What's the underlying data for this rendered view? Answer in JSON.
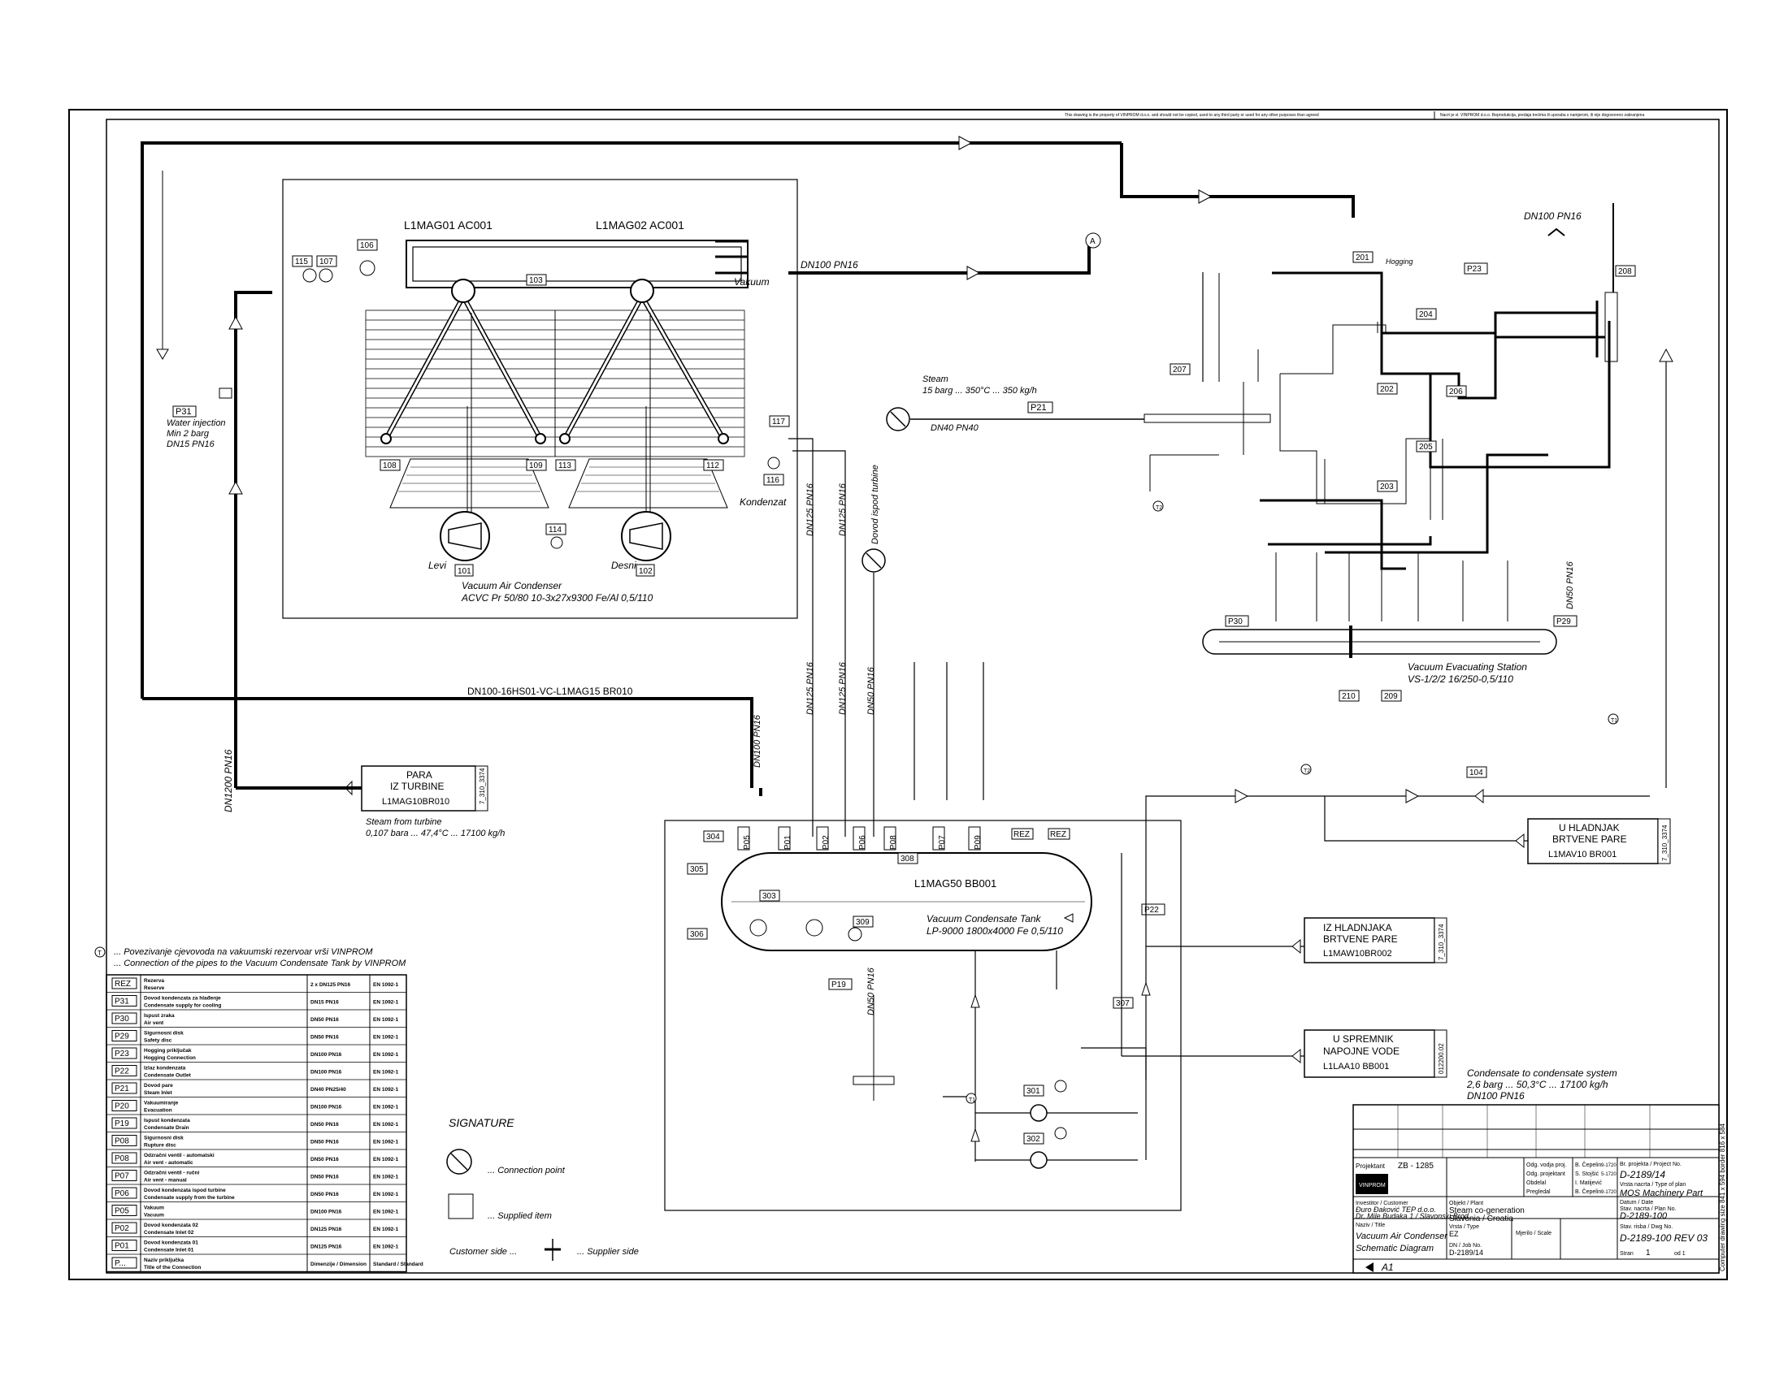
{
  "header": {
    "notice_en": "This drawing is the property of VINPROM d.o.o. and should not be copied, used to any third party or used for any other purposes than agreed",
    "notice_hr": "Nacrt je vl. VINPROM d.o.o. Reprodukcija, predaja trećima ili uporaba s namjerom, ili nije dogovoreno zabranjena"
  },
  "condenser": {
    "unit1": "L1MAG01 AC001",
    "unit2": "L1MAG02 AC001",
    "vakuum": "Vakuum",
    "kondenzat": "Kondenzat",
    "levi": "Levi",
    "desni": "Desni",
    "title1": "Vacuum Air Condenser",
    "title2": "ACVC Pr 50/80 10-3x27x9300 Fe/Al 0,5/110",
    "dn_top": "DN100 PN16",
    "tags": [
      "115",
      "107",
      "106",
      "103",
      "108",
      "109",
      "113",
      "112",
      "117",
      "116",
      "114",
      "101",
      "102"
    ]
  },
  "water_injection": {
    "tag": "P31",
    "l1": "Water injection",
    "l2": "Min 2 barg",
    "l3": "DN15 PN16"
  },
  "steam": {
    "l1": "Steam",
    "l2": "15 barg ... 350°C ... 350 kg/h",
    "dn": "DN40 PN40",
    "tag": "P21"
  },
  "vacuum_station": {
    "l1": "Vacuum Evacuating Station",
    "l2": "VS-1/2/2 16/250-0,5/110",
    "tags": [
      "201",
      "202",
      "203",
      "204",
      "205",
      "206",
      "207",
      "208",
      "209",
      "210",
      "P23",
      "P30",
      "P29"
    ],
    "dn_top": "DN100 PN16",
    "hogging": "Hogging",
    "dn50": "DN50 PN16"
  },
  "lines": {
    "main": "DN100-16HS01-VC-L1MAG15 BR010",
    "dn1200": "DN1200 PN16",
    "dn100": "DN100 PN16",
    "dn125a": "DN125 PN16",
    "dn125b": "DN125 PN16",
    "dn50": "DN50 PN16",
    "dovod": "Dovod ispod turbine",
    "dn125c": "DN125 PN16",
    "dn125d": "DN125 PN16",
    "dn50b": "DN50 PN16",
    "dn50c": "DN50 PN16"
  },
  "para_box": {
    "l1": "PARA",
    "l2": "IZ TURBINE",
    "l3": "L1MAG10BR010",
    "side": "7_310_3374"
  },
  "steam_turbine": {
    "l1": "Steam from turbine",
    "l2": "0,107 bara ... 47,4°C ... 17100 kg/h"
  },
  "tank": {
    "tag": "L1MAG50 BB001",
    "l1": "Vacuum Condensate Tank",
    "l2": "LP-9000 1800x4000 Fe 0,5/110",
    "nozzles": [
      "P05",
      "P01",
      "P02",
      "P06",
      "P08",
      "P07",
      "P09",
      "REZ",
      "REZ"
    ],
    "tags": [
      "304",
      "305",
      "306",
      "303",
      "309",
      "308",
      "307",
      "301",
      "302",
      "P22",
      "P19",
      "104"
    ]
  },
  "hladnjak": {
    "l1": "U HLADNJAK",
    "l2": "BRTVENE PARE",
    "l3": "L1MAV10 BR001",
    "side": "7_310_3374"
  },
  "iz_hladnjaka": {
    "l1": "IZ HLADNJAKA",
    "l2": "BRTVENE PARE",
    "l3": "L1MAW10BR002",
    "side": "7_310_3374"
  },
  "spremnik": {
    "l1": "U SPREMNIK",
    "l2": "NAPOJNE VODE",
    "l3": "L1LAA10 BB001",
    "side": "012200.02"
  },
  "condensate_out": {
    "l1": "Condensate to condensate system",
    "l2": "2,6 barg ... 50,3°C ... 17100 kg/h",
    "l3": "DN100 PN16"
  },
  "note": {
    "mark": "T",
    "l1": "... Povezivanje cjevovoda na vakuumski rezervoar vrši VINPROM",
    "l2": "... Connection of the pipes to the Vacuum Condensate Tank by VINPROM"
  },
  "legend": [
    {
      "id": "REZ",
      "d1": "Rezerva",
      "d2": "Reserve",
      "size": "2 x DN125 PN16",
      "std": "EN 1092-1"
    },
    {
      "id": "P31",
      "d1": "Dovod kondenzata za hlađenje",
      "d2": "Condensate supply for cooling",
      "size": "DN15 PN16",
      "std": "EN 1092-1"
    },
    {
      "id": "P30",
      "d1": "Ispust zraka",
      "d2": "Air vent",
      "size": "DN50 PN16",
      "std": "EN 1092-1"
    },
    {
      "id": "P29",
      "d1": "Sigurnosni disk",
      "d2": "Safety disc",
      "size": "DN50 PN16",
      "std": "EN 1092-1"
    },
    {
      "id": "P23",
      "d1": "Hogging priključak",
      "d2": "Hogging Connection",
      "size": "DN100 PN16",
      "std": "EN 1092-1"
    },
    {
      "id": "P22",
      "d1": "Izlaz kondenzata",
      "d2": "Condensate Outlet",
      "size": "DN100 PN16",
      "std": "EN 1092-1"
    },
    {
      "id": "P21",
      "d1": "Dovod pare",
      "d2": "Steam Inlet",
      "size": "DN40 PN25/40",
      "std": "EN 1092-1"
    },
    {
      "id": "P20",
      "d1": "Vakuumiranje",
      "d2": "Evacuation",
      "size": "DN100 PN16",
      "std": "EN 1092-1"
    },
    {
      "id": "P19",
      "d1": "Ispust kondenzata",
      "d2": "Condensate Drain",
      "size": "DN50 PN16",
      "std": "EN 1092-1"
    },
    {
      "id": "P08",
      "d1": "Sigurnosni disk",
      "d2": "Rupture disc",
      "size": "DN50 PN16",
      "std": "EN 1092-1"
    },
    {
      "id": "P08",
      "d1": "Odzračni ventil - automatski",
      "d2": "Air vent - automatic",
      "size": "DN50 PN16",
      "std": "EN 1092-1"
    },
    {
      "id": "P07",
      "d1": "Odzračni ventil - ručni",
      "d2": "Air vent - manual",
      "size": "DN50 PN16",
      "std": "EN 1092-1"
    },
    {
      "id": "P06",
      "d1": "Dovod kondenzata ispod turbine",
      "d2": "Condensate supply from the turbine",
      "size": "DN50 PN16",
      "std": "EN 1092-1"
    },
    {
      "id": "P05",
      "d1": "Vakuum",
      "d2": "Vacuum",
      "size": "DN100 PN16",
      "std": "EN 1092-1"
    },
    {
      "id": "P02",
      "d1": "Dovod kondenzata 02",
      "d2": "Condensate Inlet 02",
      "size": "DN125 PN16",
      "std": "EN 1092-1"
    },
    {
      "id": "P01",
      "d1": "Dovod kondenzata 01",
      "d2": "Condensate Inlet 01",
      "size": "DN125 PN16",
      "std": "EN 1092-1"
    },
    {
      "id": "P...",
      "d1": "Naziv priključka",
      "d2": "Title of the Connection",
      "size": "Dimenzije / Dimension",
      "std": "Standard / Standard"
    }
  ],
  "signature": {
    "title": "SIGNATURE",
    "connection": "... Connection point",
    "supplied": "... Supplied item",
    "customer": "Customer side ...",
    "supplier": "... Supplier side"
  },
  "title_block": {
    "projektant": "Projektant",
    "project": "ZB - 1285",
    "company": "VINPROM",
    "investor_h": "Investitor / Customer",
    "investor1": "Đuro Đaković TEP d.o.o.",
    "investor2": "Dr. Mile Budaka 1 / Slavonski Brod",
    "naziv_h": "Naziv / Title",
    "title1": "Vacuum Air Condenser",
    "title2": "Schematic Diagram",
    "plant_h": "Objekt / Plant",
    "plant": "Steam co-generation",
    "place": "Slavonia / Croatia",
    "vrsta_h": "Vrsta / Type",
    "vrsta": "EZ",
    "job_h": "DN / Job No.",
    "job": "D-2189/14",
    "mjerilo_h": "Mjerilo / Scale",
    "prj_no_h": "Br. projekta / Project No.",
    "prj_no": "D-2189/14",
    "vrsta_nacrta_h": "Vrsta nacrta / Type of plan",
    "vrsta_nacrta": "MOS Machinery Part",
    "datum_h": "Datum / Date",
    "plan_no_h": "Stav. nacrta / Plan No.",
    "plan_no": "D-2189-100",
    "dwg_no_h": "Stav. risba / Dwg No.",
    "dwg_no": "D-2189-100 REV 03",
    "sheet_h": "Stran",
    "sheet": "1",
    "of": "od 1",
    "people": [
      {
        "role": "Odg. vodja proj.",
        "name": "B. Čepelin",
        "date": "9-1720"
      },
      {
        "role": "Odg. projektant",
        "name": "S. Stojšić",
        "date": "5-1720"
      },
      {
        "role": "Obdelal",
        "name": "I. Matijević",
        "date": ""
      },
      {
        "role": "Pregledal",
        "name": "B. Čepelin",
        "date": "9-1720"
      }
    ],
    "format": "A1",
    "side_text": "Computer drawing  size 841 x 594  border 816 x 584"
  }
}
